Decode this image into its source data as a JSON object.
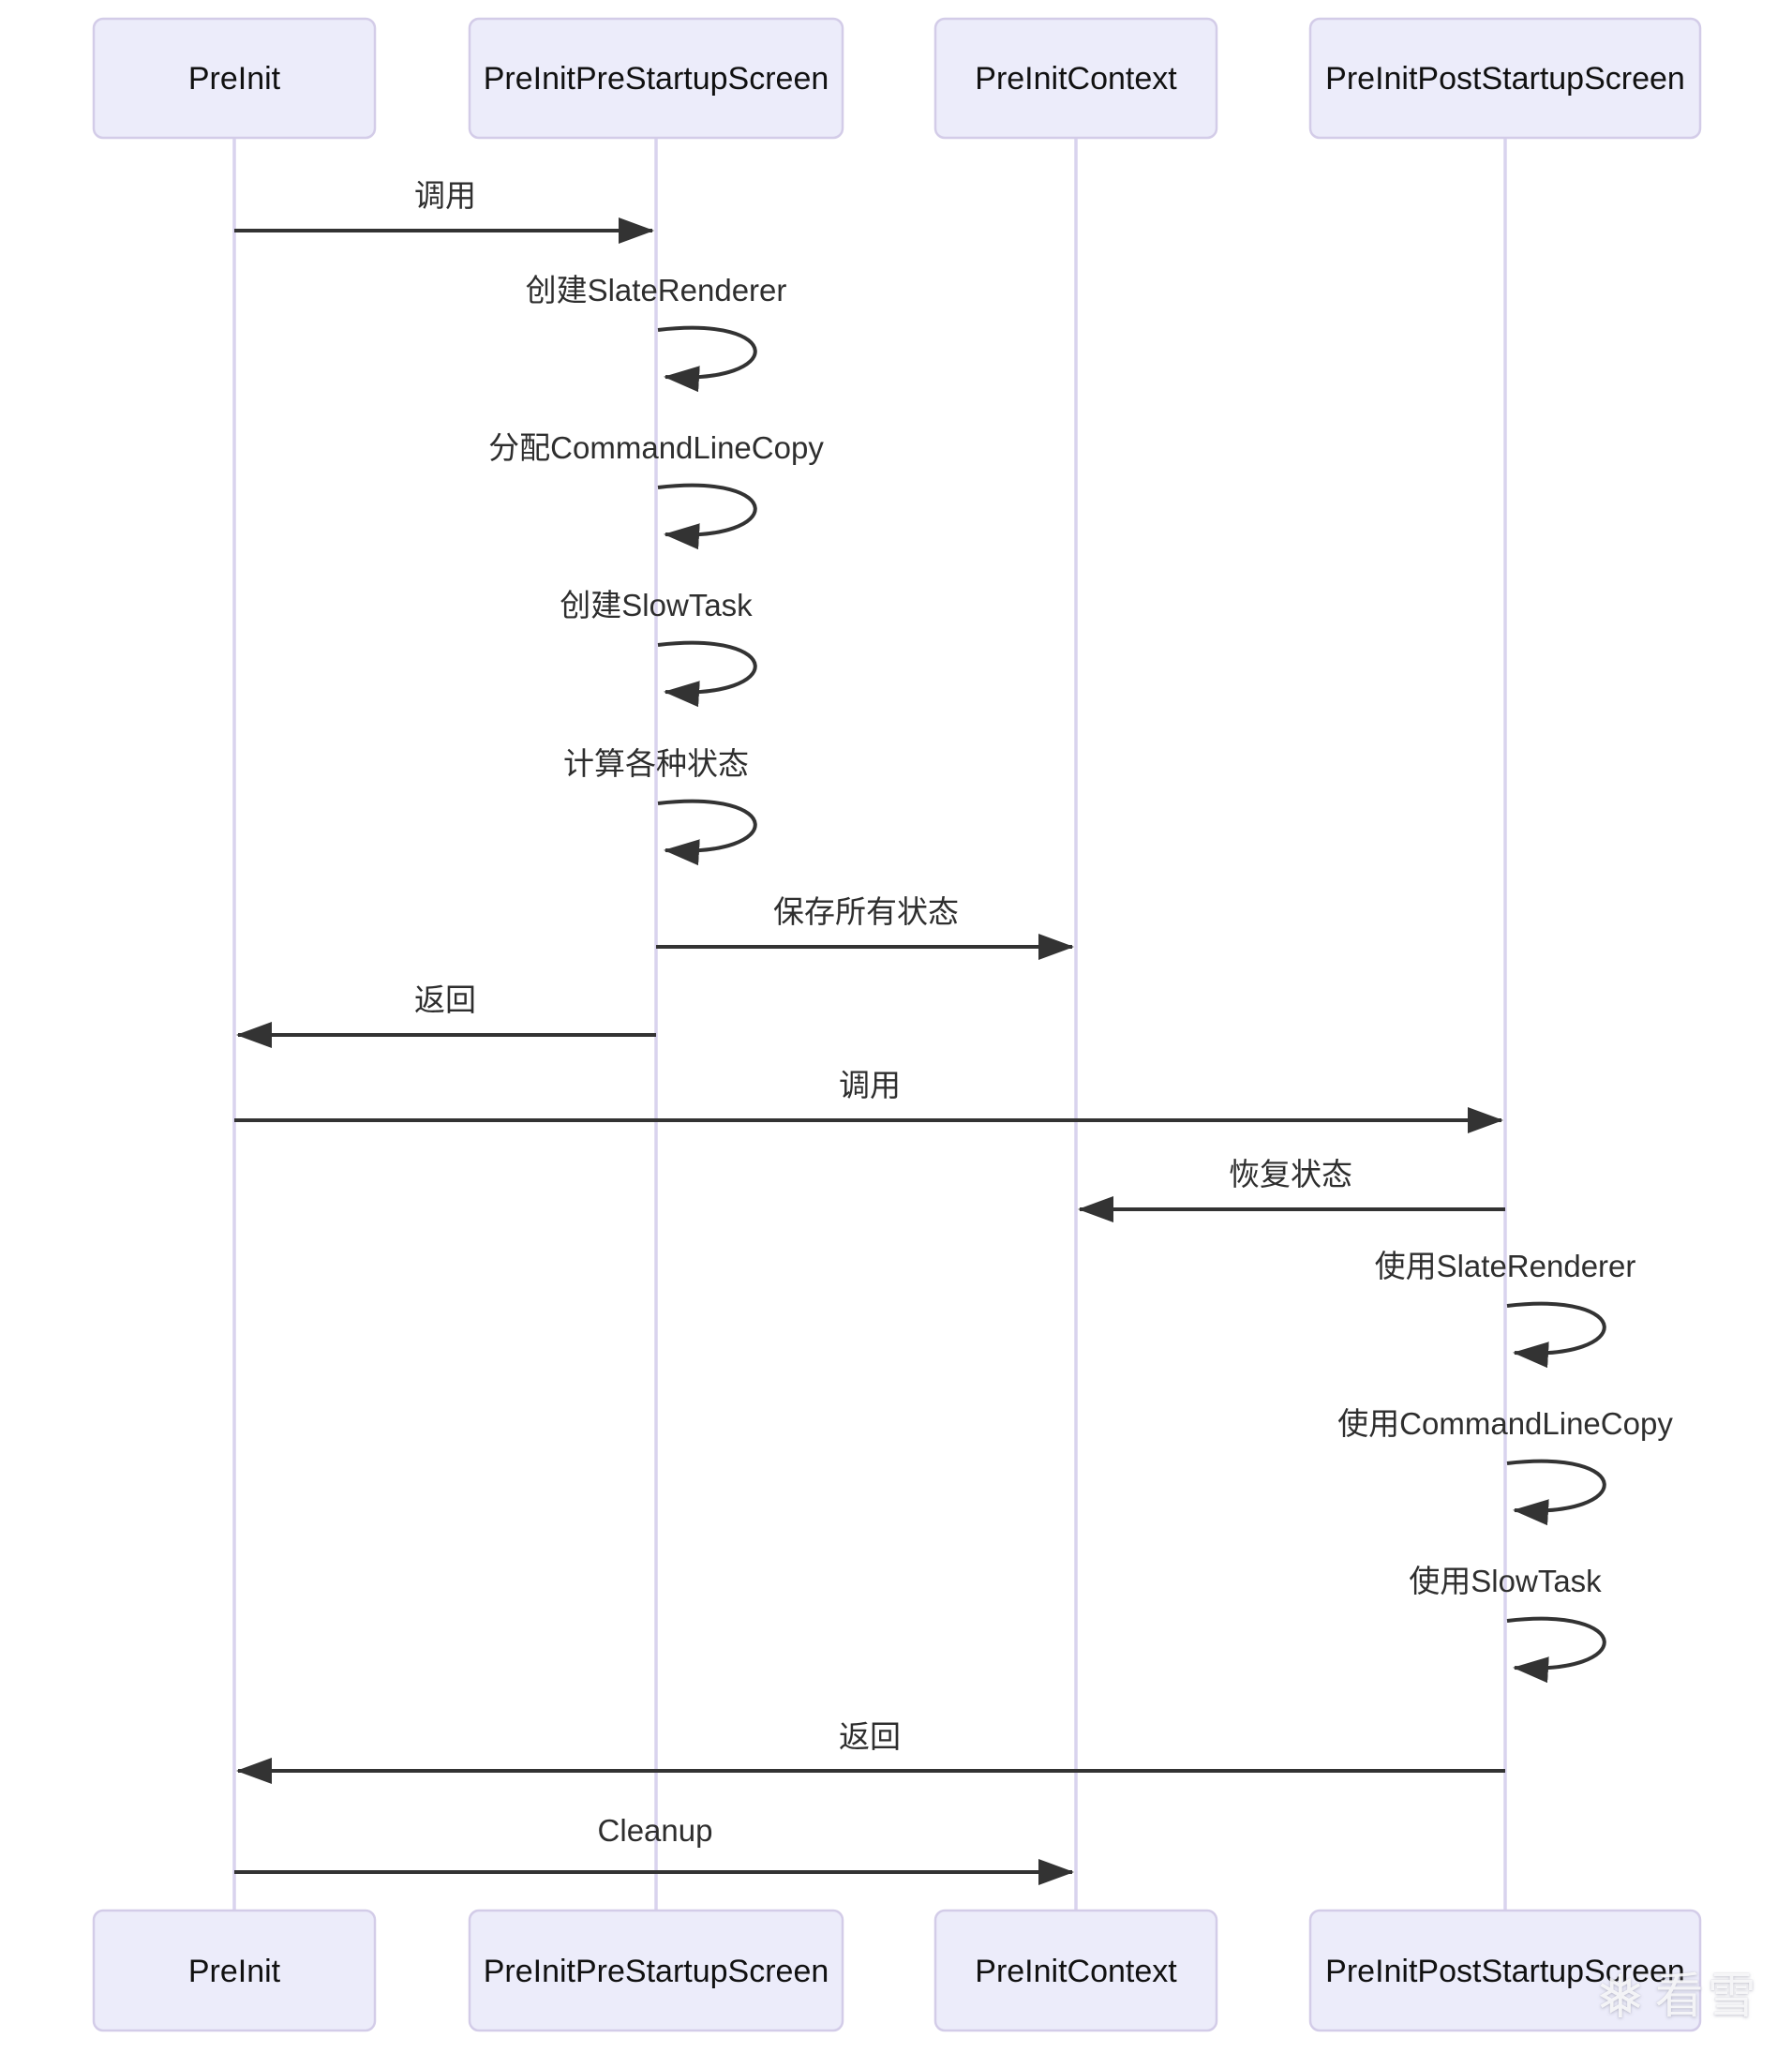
{
  "diagram": {
    "kind": "sequence-diagram",
    "actors": [
      {
        "id": "a",
        "label": "PreInit"
      },
      {
        "id": "b",
        "label": "PreInitPreStartupScreen"
      },
      {
        "id": "c",
        "label": "PreInitContext"
      },
      {
        "id": "d",
        "label": "PreInitPostStartupScreen"
      }
    ],
    "messages": [
      {
        "type": "call",
        "from": "PreInit",
        "to": "PreInitPreStartupScreen",
        "label": "调用"
      },
      {
        "type": "self-loop",
        "actor": "PreInitPreStartupScreen",
        "label": "创建SlateRenderer"
      },
      {
        "type": "self-loop",
        "actor": "PreInitPreStartupScreen",
        "label": "分配CommandLineCopy"
      },
      {
        "type": "self-loop",
        "actor": "PreInitPreStartupScreen",
        "label": "创建SlowTask"
      },
      {
        "type": "self-loop",
        "actor": "PreInitPreStartupScreen",
        "label": "计算各种状态"
      },
      {
        "type": "call",
        "from": "PreInitPreStartupScreen",
        "to": "PreInitContext",
        "label": "保存所有状态"
      },
      {
        "type": "return",
        "from": "PreInitPreStartupScreen",
        "to": "PreInit",
        "label": "返回"
      },
      {
        "type": "call",
        "from": "PreInit",
        "to": "PreInitPostStartupScreen",
        "label": "调用"
      },
      {
        "type": "call",
        "from": "PreInitPostStartupScreen",
        "to": "PreInitContext",
        "label": "恢复状态"
      },
      {
        "type": "self-loop",
        "actor": "PreInitPostStartupScreen",
        "label": "使用SlateRenderer"
      },
      {
        "type": "self-loop",
        "actor": "PreInitPostStartupScreen",
        "label": "使用CommandLineCopy"
      },
      {
        "type": "self-loop",
        "actor": "PreInitPostStartupScreen",
        "label": "使用SlowTask"
      },
      {
        "type": "return",
        "from": "PreInitPostStartupScreen",
        "to": "PreInit",
        "label": "返回"
      },
      {
        "type": "call",
        "from": "PreInit",
        "to": "PreInitContext",
        "label": "Cleanup"
      }
    ]
  },
  "watermark": {
    "icon": "snowflake",
    "text": "看雪"
  },
  "theme": {
    "colors": {
      "actor-fill": "#ececfa",
      "actor-border": "#d3cce8",
      "lifeline": "#d9d3ee",
      "arrow": "#333333",
      "actor-text": "#111111",
      "message-text": "#2e2e2e",
      "background": "#ffffff"
    }
  }
}
